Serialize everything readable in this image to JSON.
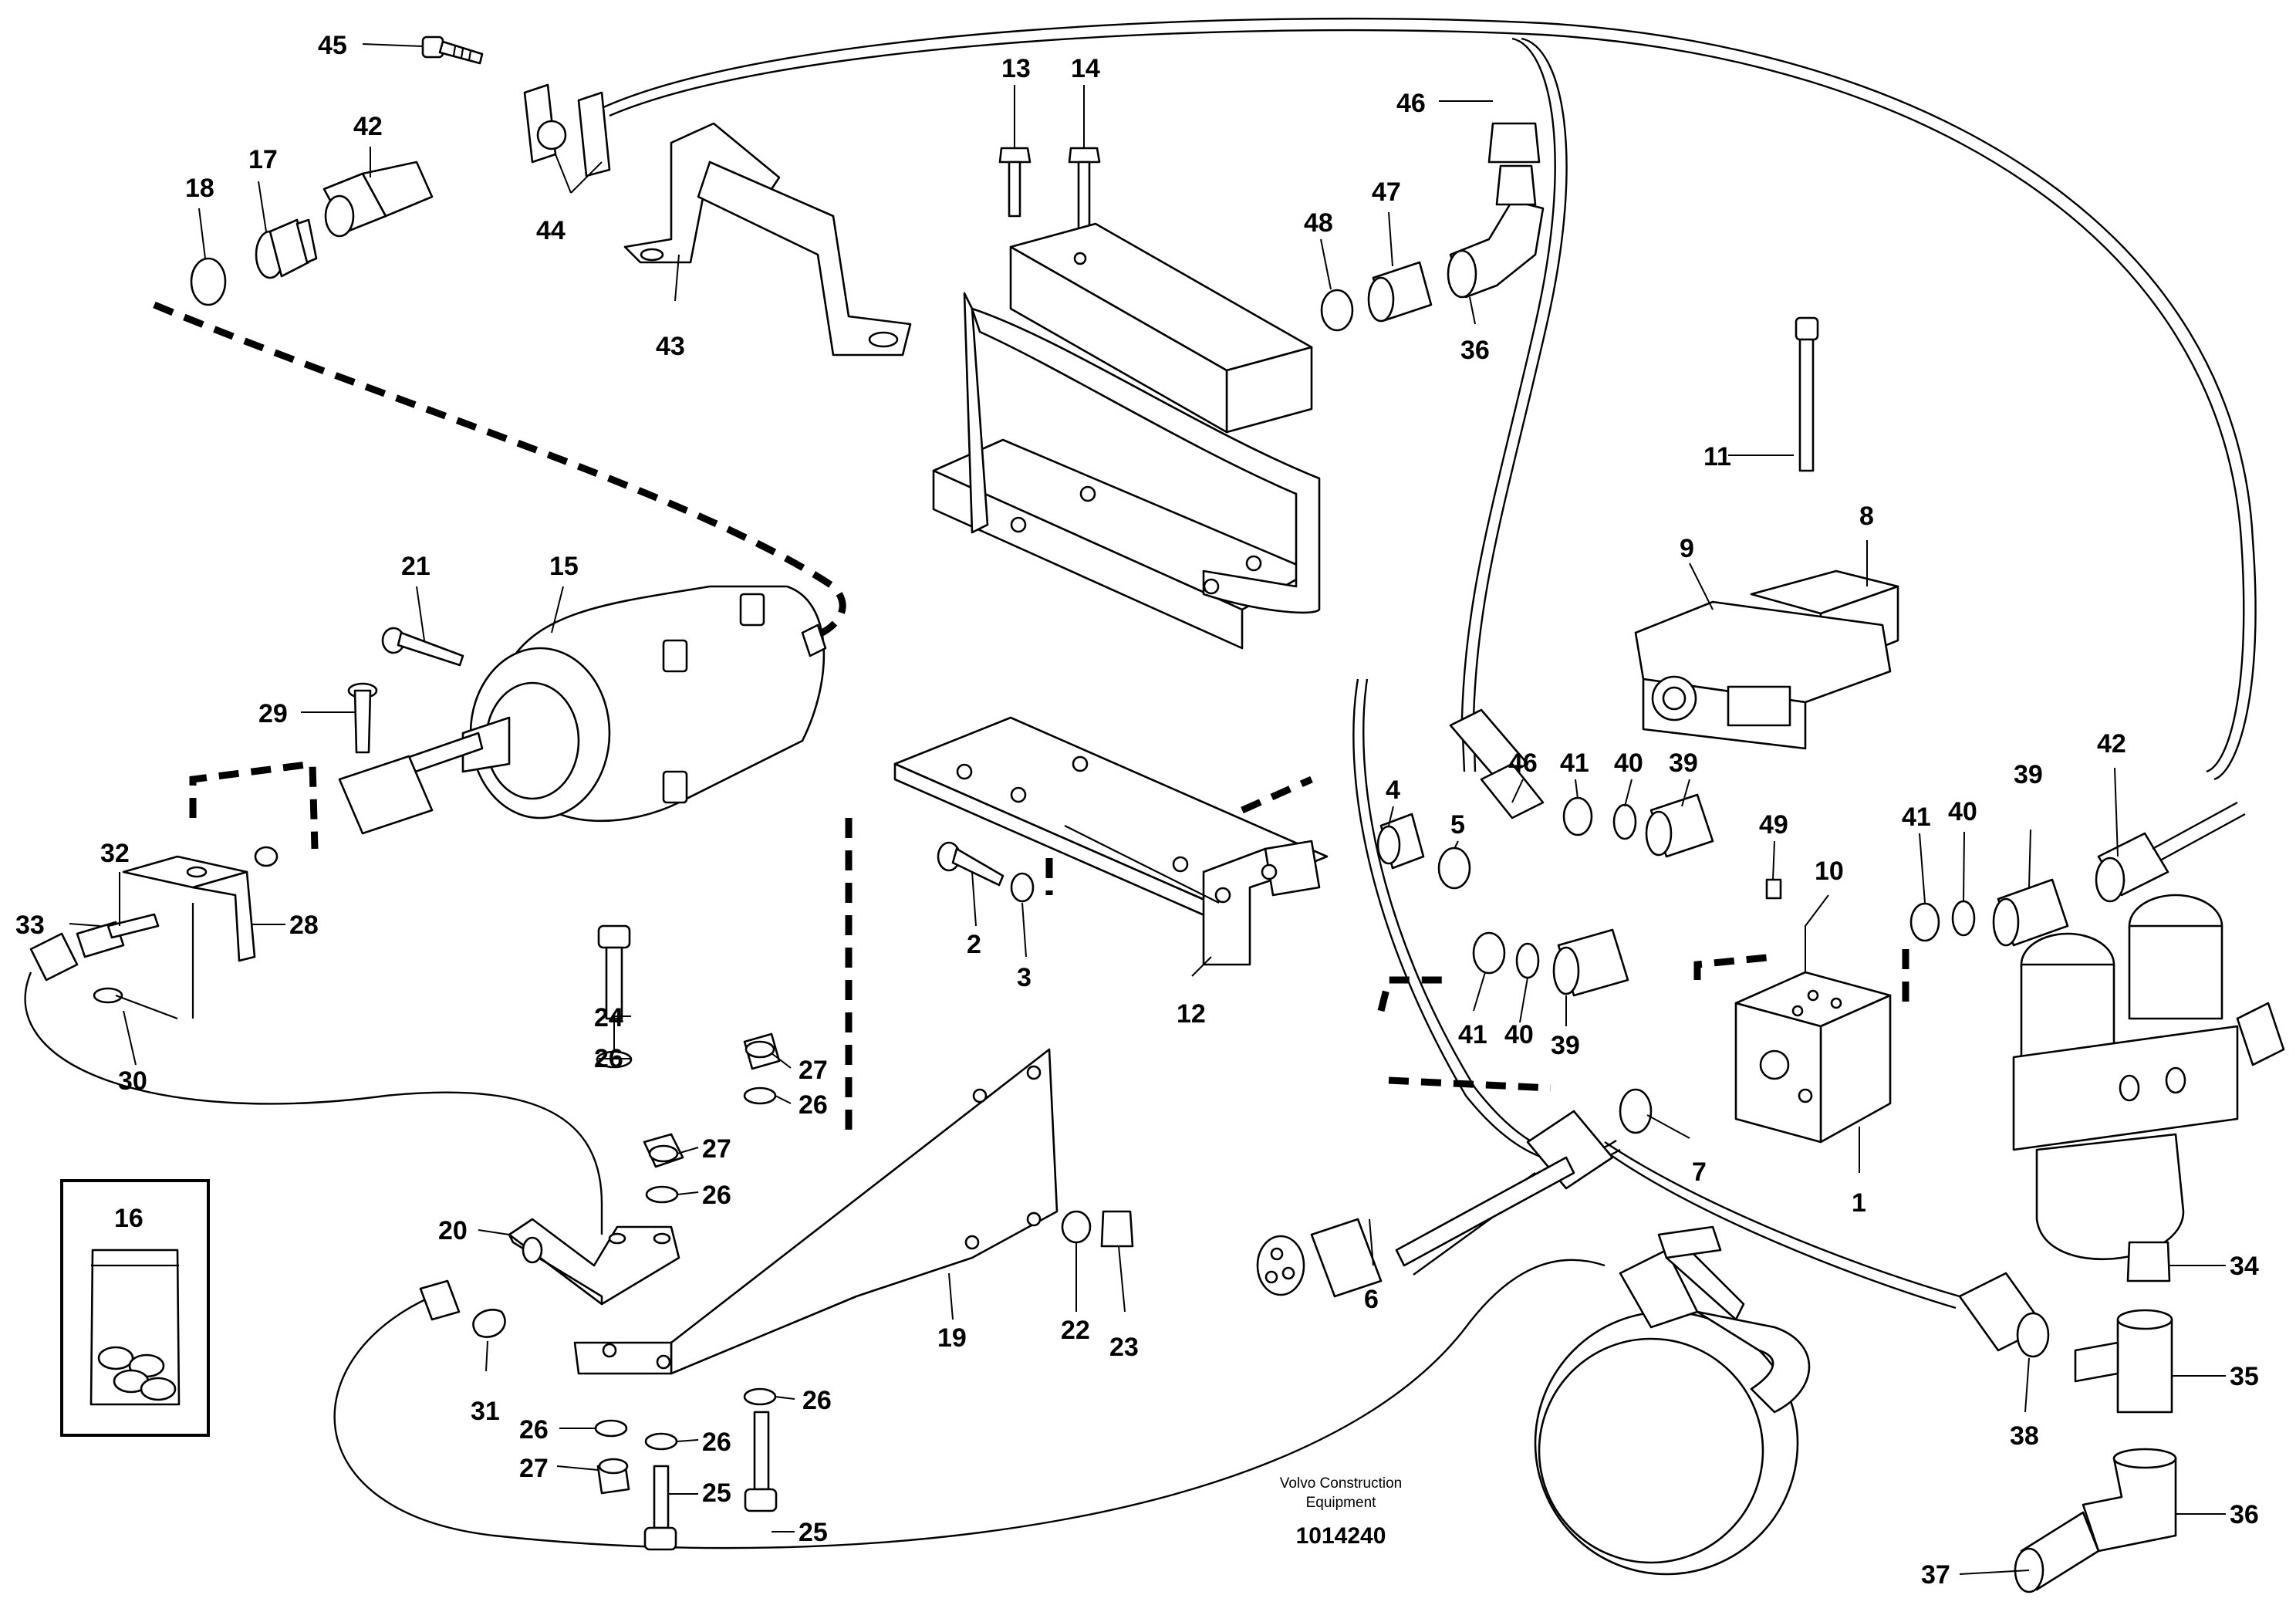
{
  "figure": {
    "credit_line1": "Volvo Construction",
    "credit_line2": "Equipment",
    "document_number": "1014240",
    "callouts": [
      "1",
      "2",
      "3",
      "4",
      "5",
      "6",
      "7",
      "8",
      "9",
      "10",
      "11",
      "12",
      "13",
      "14",
      "15",
      "16",
      "17",
      "18",
      "19",
      "20",
      "21",
      "22",
      "23",
      "24",
      "25",
      "26",
      "27",
      "28",
      "29",
      "30",
      "31",
      "32",
      "33",
      "34",
      "35",
      "36",
      "37",
      "38",
      "39",
      "40",
      "41",
      "42",
      "43",
      "44",
      "45",
      "46",
      "47",
      "48",
      "49"
    ]
  },
  "labels": {
    "c45": "45",
    "c42a": "42",
    "c17": "17",
    "c18": "18",
    "c44": "44",
    "c43": "43",
    "c13": "13",
    "c14": "14",
    "c46a": "46",
    "c48": "48",
    "c47": "47",
    "c36a": "36",
    "c11": "11",
    "c9": "9",
    "c8": "8",
    "c21": "21",
    "c15": "15",
    "c29": "29",
    "c32": "32",
    "c33": "33",
    "c28": "28",
    "c30": "30",
    "c2": "2",
    "c3": "3",
    "c12": "12",
    "c46b": "46",
    "c41a": "41",
    "c40a": "40",
    "c39a": "39",
    "c4": "4",
    "c5": "5",
    "c49": "49",
    "c10": "10",
    "c41b": "41",
    "c40b": "40",
    "c39b": "39",
    "c42b": "42",
    "c41c": "41",
    "c40c": "40",
    "c39c": "39",
    "c24": "24",
    "c26a": "26",
    "c27a": "27",
    "c26b": "26",
    "c27b": "27",
    "c26c": "26",
    "c16": "16",
    "c20": "20",
    "c19": "19",
    "c22": "22",
    "c23": "23",
    "c7": "7",
    "c1": "1",
    "c6": "6",
    "c31": "31",
    "c26d": "26",
    "c26e": "26",
    "c26f": "26",
    "c27c": "27",
    "c25a": "25",
    "c25b": "25",
    "c34": "34",
    "c35": "35",
    "c38": "38",
    "c36b": "36",
    "c37": "37"
  }
}
